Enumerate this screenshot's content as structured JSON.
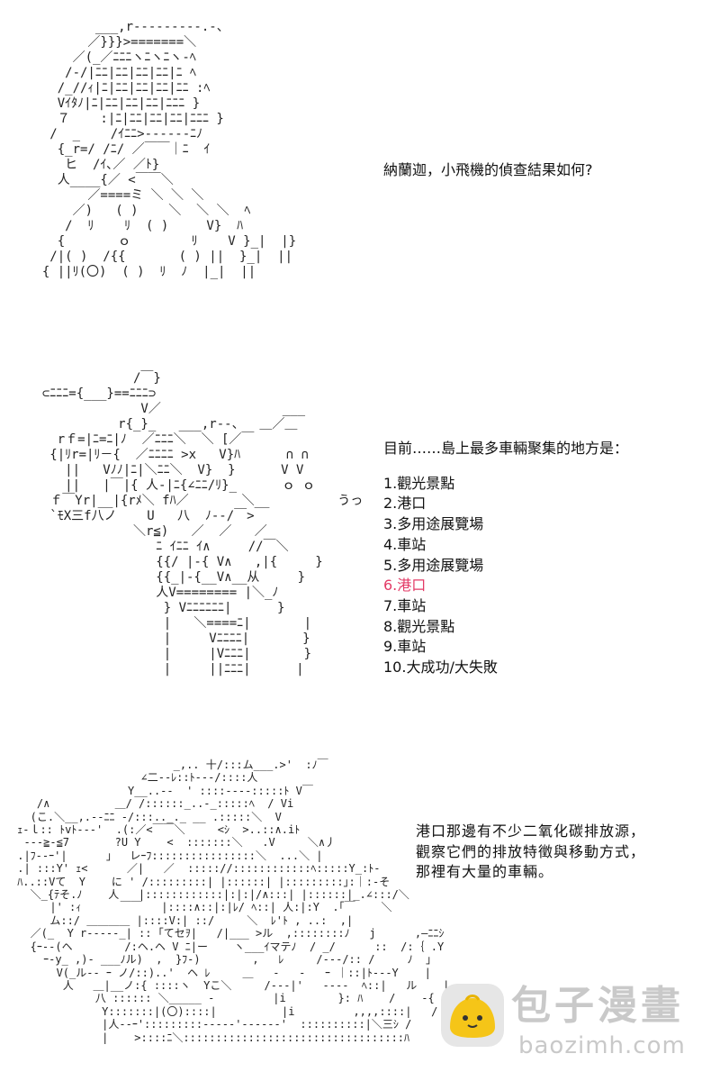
{
  "panel1": {
    "art": "         ___,r‐‐‐‐‐‐‐‐‐.-、\n        ／}}}>=======＼\n      ／(_／ﾆﾆﾆヽﾆヽﾆヽ-ﾍ\n     /-/|ﾆﾆ|ﾆﾆ|ﾆﾆ|ﾆﾆ|ﾆ ﾍ\n    /_//ｨ|ﾆ|ﾆﾆ|ﾆﾆ|ﾆﾆ|ﾆﾆ :ﾍ\n    Vｲﾀﾉ|ﾆ|ﾆﾆ|ﾆﾆ|ﾆﾆ|ﾆﾆﾆ }\n    ７    :|ﾆ|ﾆﾆ|ﾆﾆ|ﾆﾆ|ﾆﾆﾆ }\n   /  _    /ｲﾆﾆ>‐‐‐‐‐‐ﾆﾉ\n    {_r=/ /ﾆ/ ／￣￣｜ﾆ  ｲ\n     ヒ  /ｲ､／ ／ﾄ}\n    人____{／ <￣￣＼\n        ／====ミ ＼ ＼ ＼\n      ／)   ( )    ＼  ＼ ＼  ﾍ\n     /  ﾘ    ﾘ  ( )     V}  ﾊ\n    {       ｏ        ﾘ    V }_|  |}\n   /|( )  /{{       ( ) ||  }_|  ||\n  { ||ﾘ(〇)  ( )  ﾘ  ﾉ  |_|  ||",
    "dialog": "納蘭迦，小飛機的偵查結果如何?"
  },
  "panel2": {
    "art": "              /￣}\n  ⊂ﾆﾆﾆ={___}==ﾆﾆﾆ⊃\n               V／                ___\n            r{_}_   ___,r‐‐、  ＿／＿\n    rｆ=|ﾆ=ﾆ|ﾉ  ／ﾆﾆﾆ＼  ＼ [／￣\n   {|ﾘr=|ﾘ－{  ／ﾆﾆﾆﾆ >x   V}ﾊ      ∩ ∩\n     ||   Vﾉﾉ|ﾆ|＼ﾆﾆ＼  V}  }      V V\n     ||   |￣|{ 人-|ﾆ{∠ﾆﾆ/ﾘ}_      ｏ ｏ\n   ｆ￣Yr|__|{rﾒ＼ fﾊ／       ＼__         うっ\n   `ﾓX三f八ノ    U   八  ﾉ-‐/￣>\n              ＼r≦)   ／  ／   ／\n                 ﾆ ｲﾆﾆ ｲ∧     //￣＼\n                 {{/ |-{ V∧   ,|{     }\n                 {{_|-{__V∧__从     }\n                 人V======== |＼_ﾉ\n                  } Vﾆﾆﾆﾆﾆﾆ|      }\n                  |   ＼====ﾆ|       |\n                  |     Vﾆﾆﾆﾆ|       }\n                  |     |Vﾆﾆﾆ|       }\n                  |     ||ﾆﾆﾆ|      |",
    "dialog_title": "目前……島上最多車輛聚集的地方是：",
    "list": [
      "1.觀光景點",
      "2.港口",
      "3.多用途展覽場",
      "4.車站",
      "5.多用途展覽場",
      "6.港口",
      "7.車站",
      "8.觀光景點",
      "9.車站",
      "10.大成功/大失敗"
    ],
    "highlight_color": "#e33a66"
  },
  "panel3": {
    "art": "                         _,.. 十/:::ム___.>'  :ﾉ￣\n                    ∠二‐‐ﾚ::ﾄ‐‐‐/::::人\n                  Y__..--  ' ::::‐‐‐‐:::::ﾄ V￣\n    /∧          ＿/ /::::::_..-_:::::ﾍ  / Vi\n   (こ.＼__,.-‐ﾆﾆ -/:::.._._ __ .:::::＼  V\n ｪ-ｌ:: ﾄvﾄ‐‐‐'  .(:／<￣￣＼     <ｼ  >..::∧.iﾄ\n  ‐‐‐≧-≦7       ?U Y    <  :::::::＼   .V     ＼∧丿\n .|ﾌ‐‐ｰ'|      」  レｰﾌ::::::::::::::::＼  ...＼ |\n .| :::Y' ｪ<      ／|   ／  ::::://::::::::::::ﾍ:::::Y_:ﾄ-\n ﾊ..::Vて  Y    に ' /:::::::::| |::::::| |:::::::::｣:｜:-そ\n   ＼_{ﾃそ.ﾉ    人   |::::::::::::|:|:|/∧:::| |::::::|_.∠:::/＼\n      |' :ｨ      ￣￣   |::::∧::|:|ﾚ/ ﾍ::| 人:|:Y  .｢￣    ＼\n      ム::/ ＿＿＿＿ |::::V:| ::/     ＼  ﾚ'ﾄ , ..:  ,|\n   ／(_  Y r‐‐‐‐‐_| :: ｢てセｦ|   /|___ >ル  ,::::::::ﾉ   j      ,—ﾆﾆｼ\n   {ｰ‐‐(ヘ        /:ヘ.ヘ V ﾆ|ー    ヽ___ｲマテﾉ  / _/      ::  /:｛ .Y\n     ｰ‐y_ ,)- ___ﾉル)  ,  }ﾌ-)        ,   ﾚ     /‐‐‐/:: /     ﾉ  」\n       V(_ル‐‐ ｰ ノ/::)..'  ヘ ﾚ     ＿   -   -   ｰ ｜::|ﾄ‐‐‐Y    |\n        人   ＿|__ノ:{ ::::ヽ  Yこ＼     /‐‐‐|'   ‐‐‐‐  ﾍ::|   ル    |\n             八 :::::: ＼_____ -         |i        }: ﾊ    /    -{\n              Y:::::::|(〇)::::|          |i         ,,,,::::|   /       |\n              |人‐‐ｰ':::::::::‐‐‐‐‐'‐‐‐‐‐‐'  ::::::::::|＼三ｼ /\n              |    >::::ﾆ＼::::::::::::::::::::::::::::::::::ﾊ        |",
    "dialog_lines": [
      "港口那邊有不少二氧化碳排放源，",
      "觀察它們的排放特徵與移動方式，",
      "那裡有大量的車輛。"
    ]
  },
  "watermark": {
    "brand_cn": "包子漫畫",
    "url": "baozimh.com",
    "icon": "bun-mascot-icon",
    "color": "#c9c9c9",
    "icon_color": "#f5c518"
  }
}
